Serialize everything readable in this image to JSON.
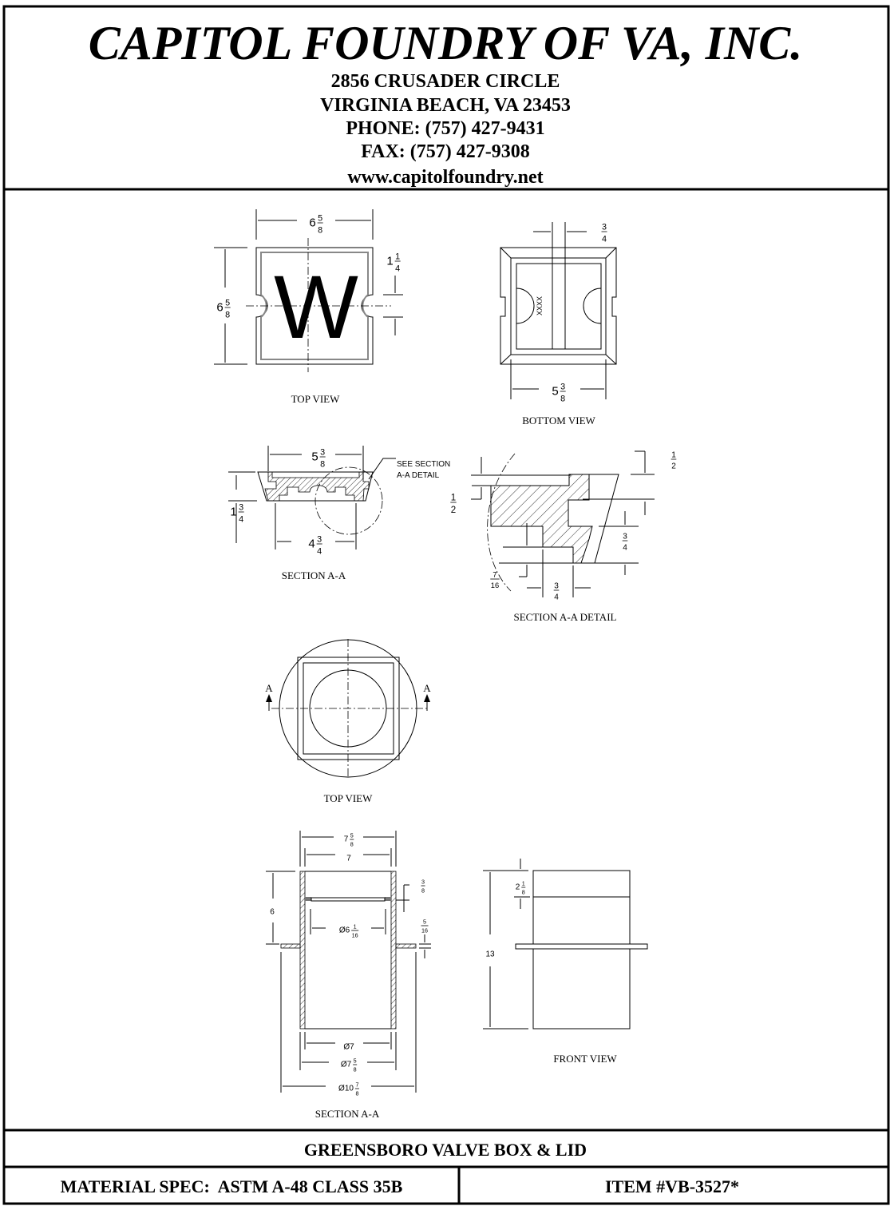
{
  "header": {
    "company": "CAPITOL FOUNDRY OF VA, INC.",
    "address1": "2856 CRUSADER CIRCLE",
    "address2": "VIRGINIA BEACH, VA 23453",
    "phone": "PHONE: (757) 427-9431",
    "fax": "FAX: (757) 427-9308",
    "website": "www.capitolfoundry.net"
  },
  "lid": {
    "top_view_label": "TOP VIEW",
    "logo_letter": "W",
    "bottom_view_label": "BOTTOM VIEW",
    "bottom_marking": "XXXX",
    "section_label": "SECTION A-A",
    "see_section_line1": "SEE SECTION",
    "see_section_line2": "A-A DETAIL",
    "detail_label": "SECTION A-A DETAIL"
  },
  "box": {
    "top_view_label": "TOP VIEW",
    "section_marker_left": "A",
    "section_marker_right": "A",
    "section_label": "SECTION A-A",
    "front_view_label": "FRONT VIEW"
  },
  "dims": {
    "lid_top_width": {
      "w": "6",
      "n": "5",
      "d": "8"
    },
    "lid_top_height": {
      "w": "6",
      "n": "5",
      "d": "8"
    },
    "lid_notch": {
      "w": "1",
      "n": "1",
      "d": "4"
    },
    "lid_bar": {
      "w": "",
      "n": "3",
      "d": "4"
    },
    "lid_bottom_width": {
      "w": "5",
      "n": "3",
      "d": "8"
    },
    "lid_sec_top": {
      "w": "5",
      "n": "3",
      "d": "8"
    },
    "lid_sec_height": {
      "w": "1",
      "n": "3",
      "d": "4"
    },
    "lid_sec_bottom": {
      "w": "4",
      "n": "3",
      "d": "4"
    },
    "det_top_right": {
      "w": "",
      "n": "1",
      "d": "2"
    },
    "det_left": {
      "w": "",
      "n": "1",
      "d": "2"
    },
    "det_right": {
      "w": "",
      "n": "3",
      "d": "4"
    },
    "det_step": {
      "w": "",
      "n": "7",
      "d": "16"
    },
    "det_bottom": {
      "w": "",
      "n": "3",
      "d": "4"
    },
    "box_outer_top": {
      "w": "7",
      "n": "5",
      "d": "8"
    },
    "box_inner_top": {
      "w": "7",
      "n": "",
      "d": ""
    },
    "box_seat_depth": {
      "w": "6",
      "n": "",
      "d": ""
    },
    "box_seat": {
      "w": "",
      "n": "3",
      "d": "8"
    },
    "box_seat_dia": {
      "w": "Ø6",
      "n": "1",
      "d": "16"
    },
    "box_flange": {
      "w": "",
      "n": "5",
      "d": "16"
    },
    "box_inner_dia": {
      "w": "Ø7",
      "n": "",
      "d": ""
    },
    "box_outer_dia": {
      "w": "Ø7",
      "n": "5",
      "d": "8"
    },
    "box_flange_dia": {
      "w": "Ø10",
      "n": "7",
      "d": "8"
    },
    "front_top": {
      "w": "2",
      "n": "1",
      "d": "8"
    },
    "front_height": {
      "w": "13",
      "n": "",
      "d": ""
    }
  },
  "footer": {
    "product": "GREENSBORO VALVE BOX & LID",
    "material": "MATERIAL SPEC:  ASTM A-48 CLASS 35B",
    "item": "ITEM #VB-3527*"
  }
}
